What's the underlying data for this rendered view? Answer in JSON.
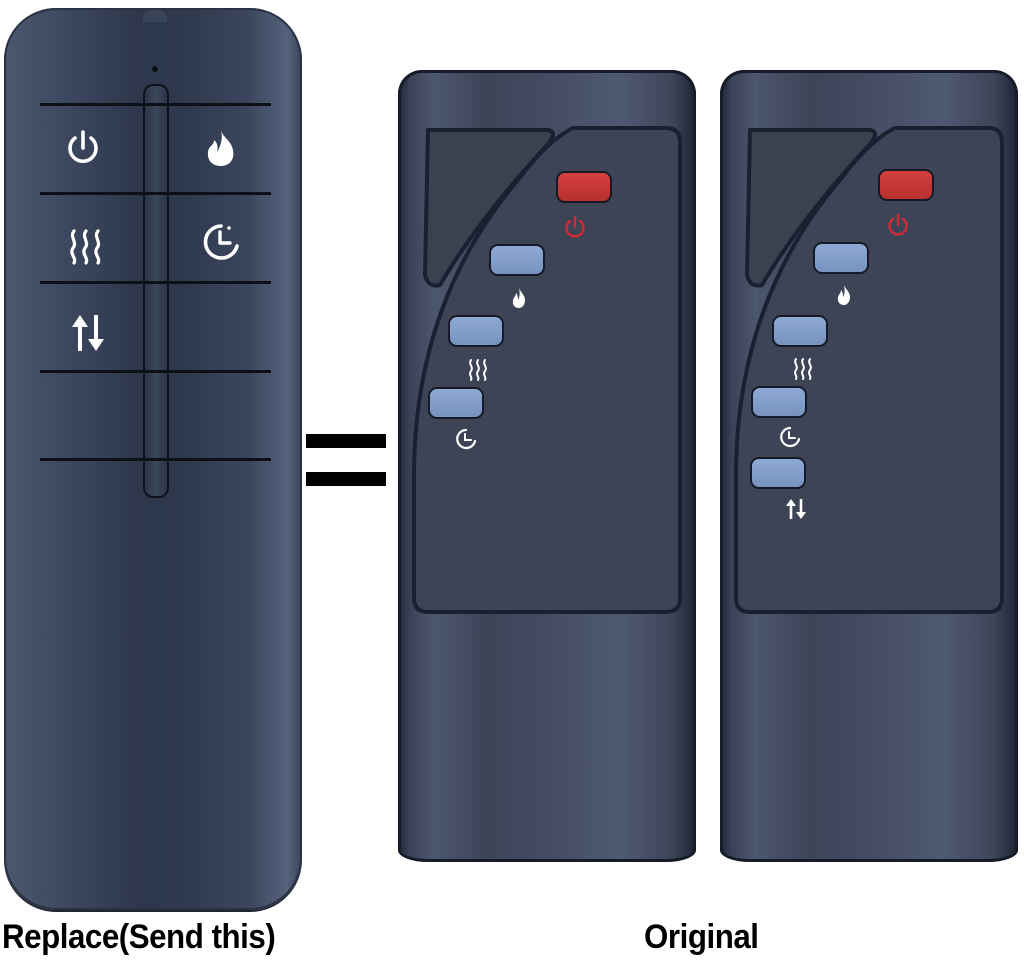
{
  "captions": {
    "replacement": "Replace(Send this)",
    "original": "Original"
  },
  "colors": {
    "background": "#ffffff",
    "remote_body": "#343e53",
    "power_button": "#c63535",
    "function_button": "#83a0cc",
    "power_icon_original": "#d22a35",
    "icon_white": "#ffffff",
    "equals_sign": "#000000"
  },
  "replacement_remote": {
    "buttons": [
      {
        "icon": "power-icon",
        "position": "row1-left"
      },
      {
        "icon": "flame-icon",
        "position": "row1-right"
      },
      {
        "icon": "heat-waves-icon",
        "position": "row2-left"
      },
      {
        "icon": "timer-icon",
        "position": "row2-right"
      },
      {
        "icon": "up-down-arrows-icon",
        "position": "row3-left"
      }
    ]
  },
  "comparison_symbol": "=",
  "original_remotes": [
    {
      "variant": "4-button",
      "buttons": [
        {
          "color": "red",
          "icon": "power-icon"
        },
        {
          "color": "blue",
          "icon": "flame-icon"
        },
        {
          "color": "blue",
          "icon": "heat-waves-icon"
        },
        {
          "color": "blue",
          "icon": "timer-icon"
        }
      ]
    },
    {
      "variant": "5-button",
      "buttons": [
        {
          "color": "red",
          "icon": "power-icon"
        },
        {
          "color": "blue",
          "icon": "flame-icon"
        },
        {
          "color": "blue",
          "icon": "heat-waves-icon"
        },
        {
          "color": "blue",
          "icon": "timer-icon"
        },
        {
          "color": "blue",
          "icon": "up-down-arrows-icon"
        }
      ]
    }
  ]
}
